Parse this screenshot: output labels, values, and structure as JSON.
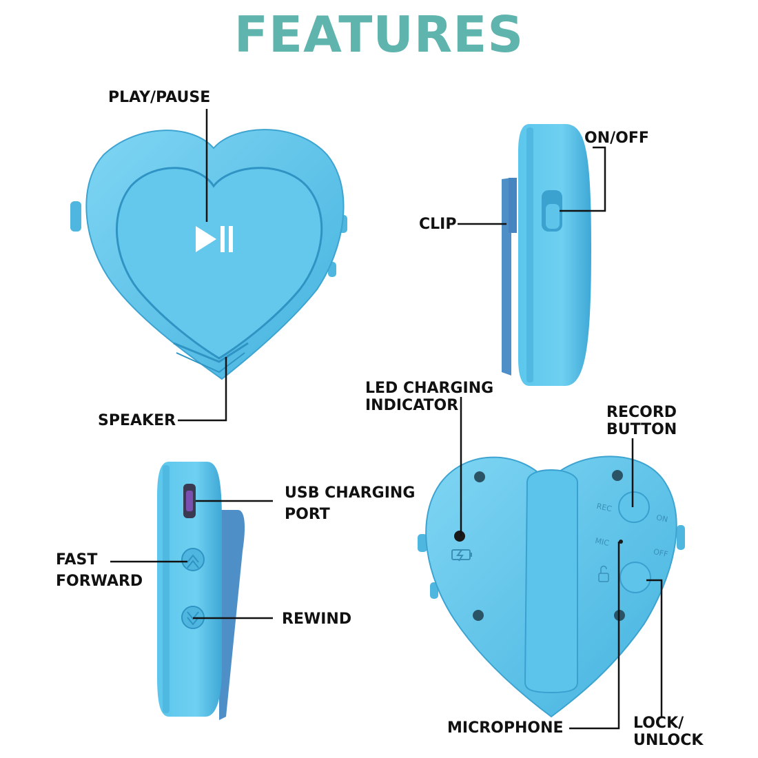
{
  "title": "FEATURES",
  "colors": {
    "title": "#5fb4ad",
    "device_body": "#5ec4e8",
    "device_shade": "#3aa6d2",
    "device_light": "#82d6f2",
    "clip": "#4f8fc8",
    "leader_line": "#111111"
  },
  "labels": {
    "play_pause": "PLAY/PAUSE",
    "on_off": "ON/OFF",
    "clip": "CLIP",
    "speaker": "SPEAKER",
    "led_charging_line1": "LED CHARGING",
    "led_charging_line2": "INDICATOR",
    "record_line1": "RECORD",
    "record_line2": "BUTTON",
    "usb_line1": "USB CHARGING",
    "usb_line2": "PORT",
    "fast_forward_line1": "FAST",
    "fast_forward_line2": "FORWARD",
    "rewind": "REWIND",
    "microphone": "MICROPHONE",
    "lock_line1": "LOCK/",
    "lock_line2": "UNLOCK"
  },
  "device_markings": {
    "rec": "REC",
    "on": "ON",
    "mic": "MIC",
    "off": "OFF"
  },
  "icons": [
    "play-pause-icon",
    "chevron-up-icon",
    "chevron-down-icon",
    "battery-charging-icon",
    "lock-icon"
  ]
}
